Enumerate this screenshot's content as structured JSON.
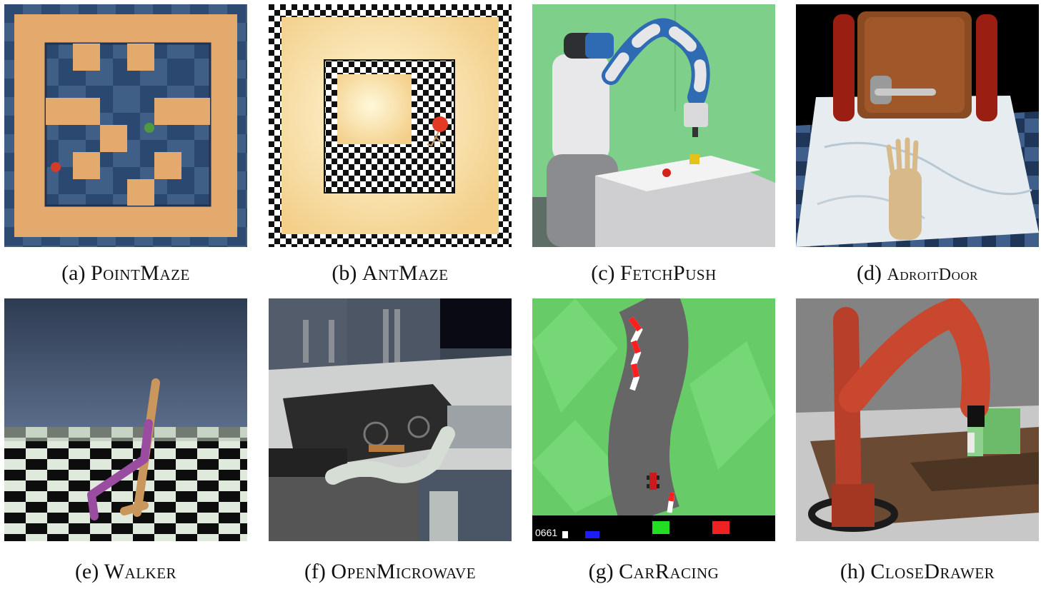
{
  "figures": [
    {
      "id": "a",
      "label": "(a)",
      "name": "PointMaze"
    },
    {
      "id": "b",
      "label": "(b)",
      "name": "AntMaze"
    },
    {
      "id": "c",
      "label": "(c)",
      "name": "FetchPush"
    },
    {
      "id": "d",
      "label": "(d)",
      "name": "AdroitDoor"
    },
    {
      "id": "e",
      "label": "(e)",
      "name": "Walker"
    },
    {
      "id": "f",
      "label": "(f)",
      "name": "OpenMicrowave"
    },
    {
      "id": "g",
      "label": "(g)",
      "name": "CarRacing",
      "hud_score": "0661"
    },
    {
      "id": "h",
      "label": "(h)",
      "name": "CloseDrawer"
    }
  ]
}
